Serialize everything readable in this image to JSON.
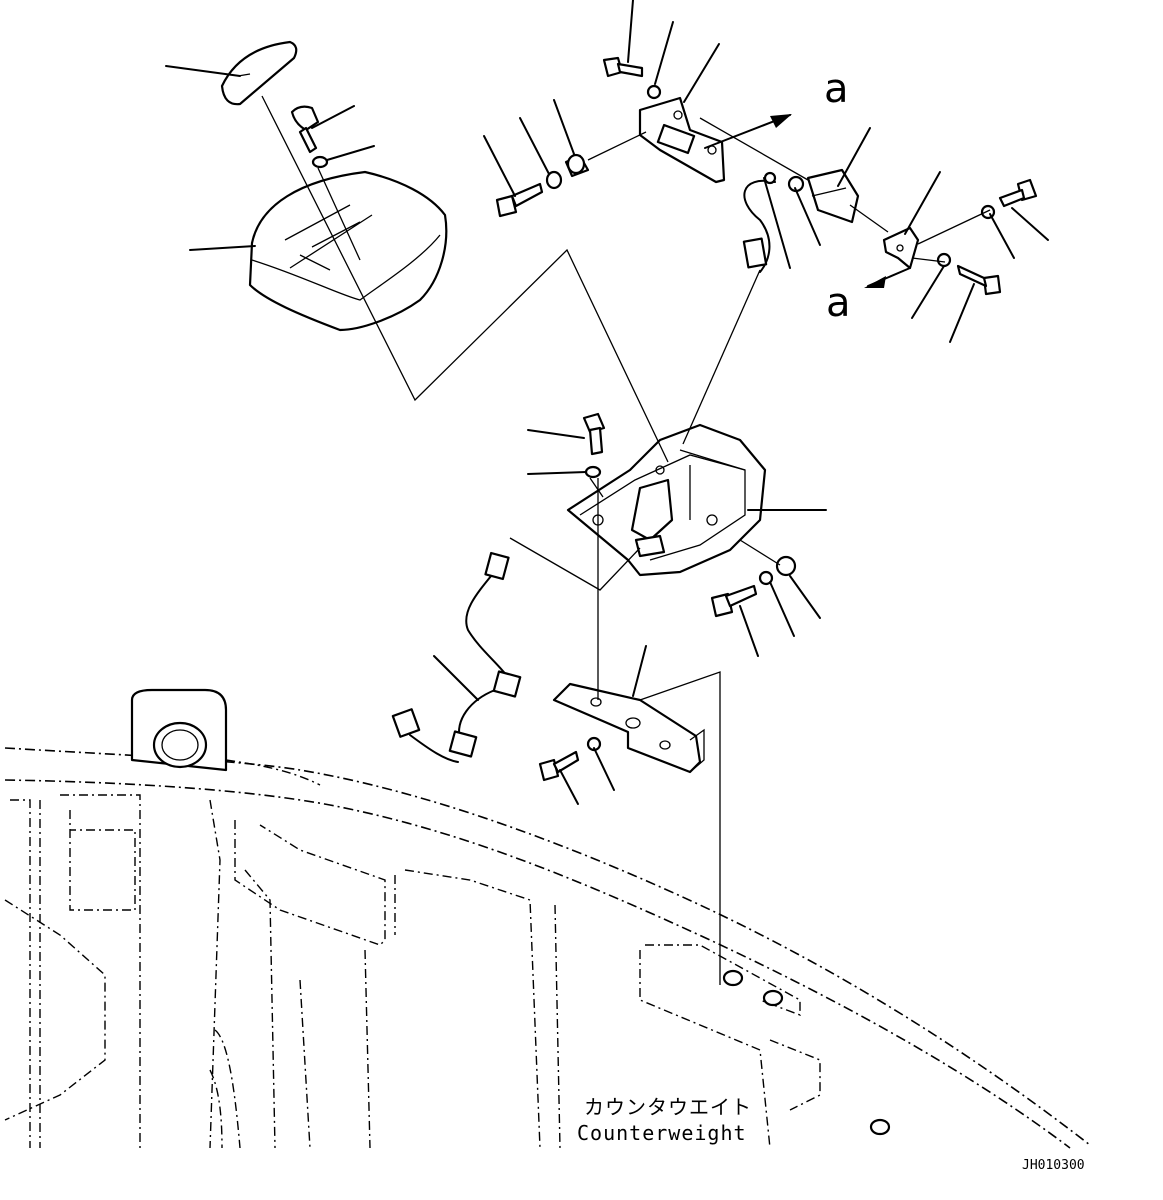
{
  "labels": {
    "ref_a_top": "a",
    "ref_a_bottom": "a",
    "counterweight_jp": "カウンタウエイト",
    "counterweight_en": "Counterweight",
    "drawing_id": "JH010300"
  }
}
